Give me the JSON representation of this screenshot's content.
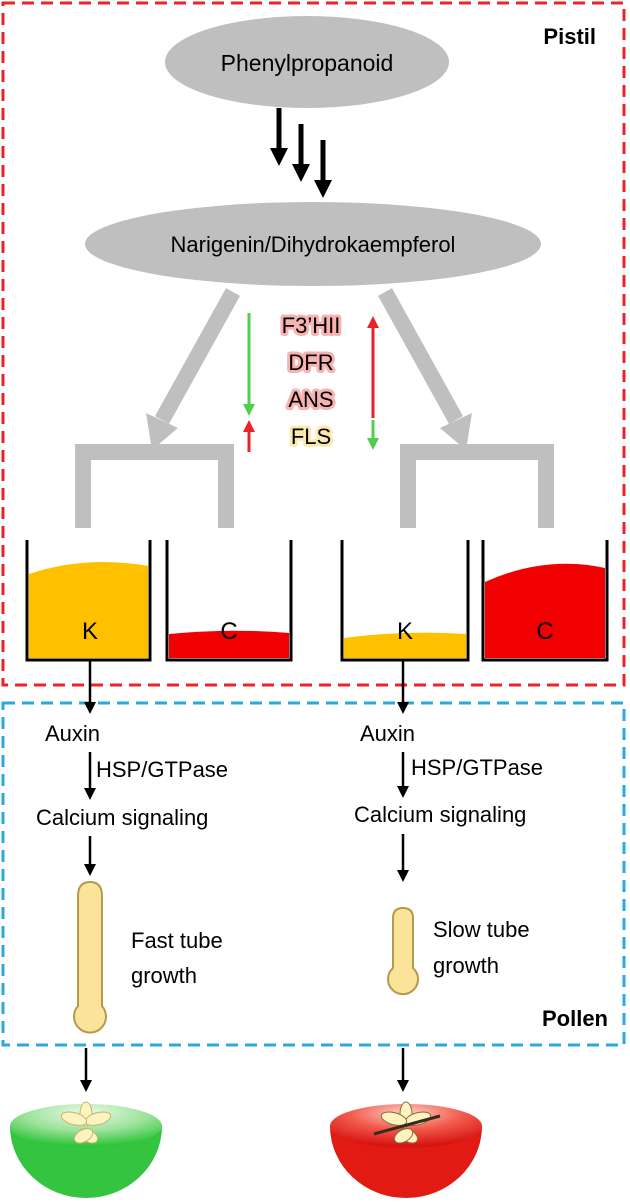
{
  "regions": {
    "pistil_label": "Pistil",
    "pollen_label": "Pollen",
    "pistil_color": "#e8232a",
    "pollen_color": "#2aa9e0"
  },
  "pathway": {
    "top_node": "Phenylpropanoid",
    "mid_node": "Narigenin/Dihydrokaempferol",
    "node_color": "#bfbfbf"
  },
  "genes": {
    "items": [
      "F3’HII",
      "DFR",
      "ANS",
      "FLS"
    ],
    "left_arrows": {
      "green": "down",
      "red": "up"
    },
    "right_arrows": {
      "red": "up",
      "green": "down"
    },
    "up_color": "#e8232a",
    "down_color": "#4fce4f"
  },
  "beakers": {
    "left_k": {
      "label": "K",
      "level": "high",
      "color": "#ffc000"
    },
    "left_c": {
      "label": "C",
      "level": "low",
      "color": "#f00000"
    },
    "right_k": {
      "label": "K",
      "level": "low",
      "color": "#ffc000"
    },
    "right_c": {
      "label": "C",
      "level": "high",
      "color": "#f00000"
    }
  },
  "left_pollen": {
    "auxin": "Auxin",
    "hsp": "HSP/GTPase",
    "calcium": "Calcium signaling",
    "growth_line1": "Fast tube",
    "growth_line2": "growth"
  },
  "right_pollen": {
    "auxin": "Auxin",
    "hsp": "HSP/GTPase",
    "calcium": "Calcium signaling",
    "growth_line1": "Slow tube",
    "growth_line2": "growth"
  },
  "fruits": {
    "left": {
      "color": "green"
    },
    "right": {
      "color": "red"
    }
  }
}
